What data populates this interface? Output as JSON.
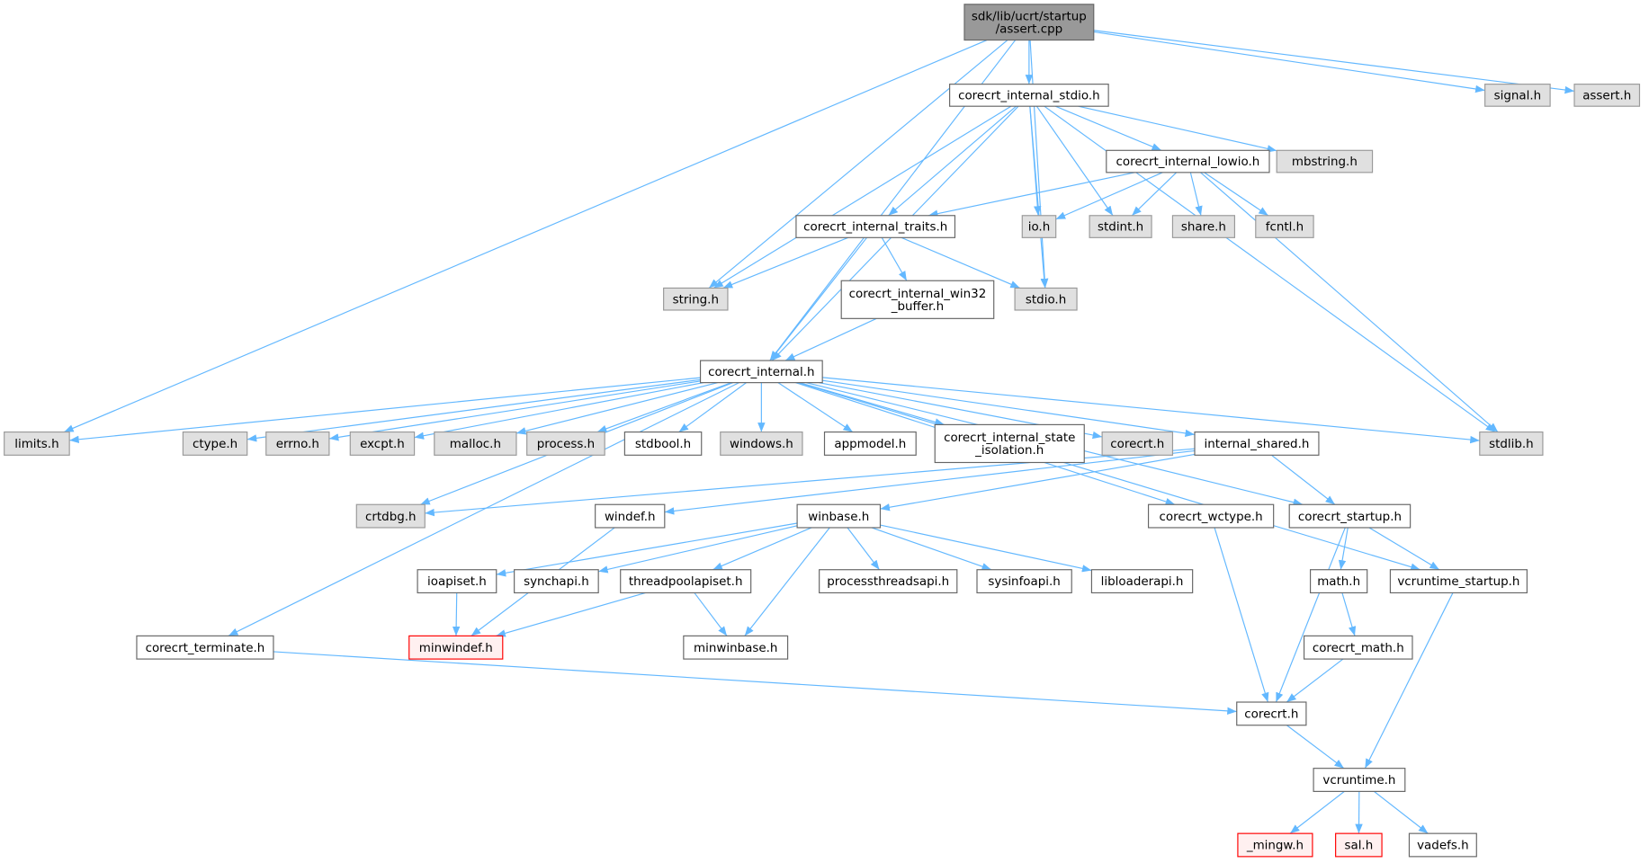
{
  "graph_title": "sdk/lib/ucrt/startup/assert.cpp",
  "colors": {
    "edge": "#63b8ff",
    "root_fill": "#999999",
    "external_fill": "#e0e0e0",
    "normal_fill": "#ffffff",
    "missing_fill": "#fff0f0",
    "missing_border": "#ff0000",
    "border": "#666666"
  },
  "nodes": [
    {
      "id": "root",
      "label": [
        "sdk/lib/ucrt/startup",
        "/assert.cpp"
      ],
      "kind": "root"
    },
    {
      "id": "cis",
      "label": [
        "corecrt_internal_stdio.h"
      ],
      "kind": "normal"
    },
    {
      "id": "signal",
      "label": [
        "signal.h"
      ],
      "kind": "external"
    },
    {
      "id": "asserth",
      "label": [
        "assert.h"
      ],
      "kind": "external"
    },
    {
      "id": "lowio",
      "label": [
        "corecrt_internal_lowio.h"
      ],
      "kind": "normal"
    },
    {
      "id": "mbstring",
      "label": [
        "mbstring.h"
      ],
      "kind": "external"
    },
    {
      "id": "traits",
      "label": [
        "corecrt_internal_traits.h"
      ],
      "kind": "normal"
    },
    {
      "id": "io",
      "label": [
        "io.h"
      ],
      "kind": "external"
    },
    {
      "id": "stdint",
      "label": [
        "stdint.h"
      ],
      "kind": "external"
    },
    {
      "id": "share",
      "label": [
        "share.h"
      ],
      "kind": "external"
    },
    {
      "id": "fcntl",
      "label": [
        "fcntl.h"
      ],
      "kind": "external"
    },
    {
      "id": "string",
      "label": [
        "string.h"
      ],
      "kind": "external"
    },
    {
      "id": "w32buf",
      "label": [
        "corecrt_internal_win32",
        "_buffer.h"
      ],
      "kind": "normal"
    },
    {
      "id": "stdio",
      "label": [
        "stdio.h"
      ],
      "kind": "external"
    },
    {
      "id": "ci",
      "label": [
        "corecrt_internal.h"
      ],
      "kind": "normal"
    },
    {
      "id": "limits",
      "label": [
        "limits.h"
      ],
      "kind": "external"
    },
    {
      "id": "ctype",
      "label": [
        "ctype.h"
      ],
      "kind": "external"
    },
    {
      "id": "errno",
      "label": [
        "errno.h"
      ],
      "kind": "external"
    },
    {
      "id": "excpt",
      "label": [
        "excpt.h"
      ],
      "kind": "external"
    },
    {
      "id": "malloc",
      "label": [
        "malloc.h"
      ],
      "kind": "external"
    },
    {
      "id": "process",
      "label": [
        "process.h"
      ],
      "kind": "external"
    },
    {
      "id": "stdbool",
      "label": [
        "stdbool.h"
      ],
      "kind": "normal"
    },
    {
      "id": "windows",
      "label": [
        "windows.h"
      ],
      "kind": "external"
    },
    {
      "id": "appmodel",
      "label": [
        "appmodel.h"
      ],
      "kind": "normal"
    },
    {
      "id": "stateiso",
      "label": [
        "corecrt_internal_state",
        "_isolation.h"
      ],
      "kind": "normal"
    },
    {
      "id": "corecrtg",
      "label": [
        "corecrt.h"
      ],
      "kind": "external"
    },
    {
      "id": "ishared",
      "label": [
        "internal_shared.h"
      ],
      "kind": "normal"
    },
    {
      "id": "stdlib",
      "label": [
        "stdlib.h"
      ],
      "kind": "external"
    },
    {
      "id": "crtdbg",
      "label": [
        "crtdbg.h"
      ],
      "kind": "external"
    },
    {
      "id": "windef",
      "label": [
        "windef.h"
      ],
      "kind": "normal"
    },
    {
      "id": "winbase",
      "label": [
        "winbase.h"
      ],
      "kind": "normal"
    },
    {
      "id": "wctype",
      "label": [
        "corecrt_wctype.h"
      ],
      "kind": "normal"
    },
    {
      "id": "startup",
      "label": [
        "corecrt_startup.h"
      ],
      "kind": "normal"
    },
    {
      "id": "ioapiset",
      "label": [
        "ioapiset.h"
      ],
      "kind": "normal"
    },
    {
      "id": "synchapi",
      "label": [
        "synchapi.h"
      ],
      "kind": "normal"
    },
    {
      "id": "tpool",
      "label": [
        "threadpoolapiset.h"
      ],
      "kind": "normal"
    },
    {
      "id": "pthreads",
      "label": [
        "processthreadsapi.h"
      ],
      "kind": "normal"
    },
    {
      "id": "sysinfo",
      "label": [
        "sysinfoapi.h"
      ],
      "kind": "normal"
    },
    {
      "id": "libloader",
      "label": [
        "libloaderapi.h"
      ],
      "kind": "normal"
    },
    {
      "id": "math",
      "label": [
        "math.h"
      ],
      "kind": "normal"
    },
    {
      "id": "vcstartup",
      "label": [
        "vcruntime_startup.h"
      ],
      "kind": "normal"
    },
    {
      "id": "terminate",
      "label": [
        "corecrt_terminate.h"
      ],
      "kind": "normal"
    },
    {
      "id": "minwindef",
      "label": [
        "minwindef.h"
      ],
      "kind": "missing"
    },
    {
      "id": "minwinbase",
      "label": [
        "minwinbase.h"
      ],
      "kind": "normal"
    },
    {
      "id": "cmath",
      "label": [
        "corecrt_math.h"
      ],
      "kind": "normal"
    },
    {
      "id": "corecrt",
      "label": [
        "corecrt.h"
      ],
      "kind": "normal"
    },
    {
      "id": "vcruntime",
      "label": [
        "vcruntime.h"
      ],
      "kind": "normal"
    },
    {
      "id": "mingw",
      "label": [
        "_mingw.h"
      ],
      "kind": "missing"
    },
    {
      "id": "sal",
      "label": [
        "sal.h"
      ],
      "kind": "missing"
    },
    {
      "id": "vadefs",
      "label": [
        "vadefs.h"
      ],
      "kind": "normal"
    }
  ],
  "edges": [
    [
      "root",
      "cis"
    ],
    [
      "root",
      "signal"
    ],
    [
      "root",
      "asserth"
    ],
    [
      "root",
      "string"
    ],
    [
      "root",
      "stdio"
    ],
    [
      "root",
      "ci"
    ],
    [
      "root",
      "limits"
    ],
    [
      "cis",
      "lowio"
    ],
    [
      "cis",
      "mbstring"
    ],
    [
      "cis",
      "traits"
    ],
    [
      "cis",
      "io"
    ],
    [
      "cis",
      "stdint"
    ],
    [
      "cis",
      "string"
    ],
    [
      "cis",
      "stdio"
    ],
    [
      "cis",
      "ci"
    ],
    [
      "cis",
      "stdlib"
    ],
    [
      "lowio",
      "traits"
    ],
    [
      "lowio",
      "io"
    ],
    [
      "lowio",
      "stdint"
    ],
    [
      "lowio",
      "share"
    ],
    [
      "lowio",
      "fcntl"
    ],
    [
      "lowio",
      "stdlib"
    ],
    [
      "traits",
      "string"
    ],
    [
      "traits",
      "w32buf"
    ],
    [
      "traits",
      "stdio"
    ],
    [
      "traits",
      "ci"
    ],
    [
      "w32buf",
      "ci"
    ],
    [
      "ci",
      "limits"
    ],
    [
      "ci",
      "ctype"
    ],
    [
      "ci",
      "errno"
    ],
    [
      "ci",
      "excpt"
    ],
    [
      "ci",
      "malloc"
    ],
    [
      "ci",
      "process"
    ],
    [
      "ci",
      "stdbool"
    ],
    [
      "ci",
      "windows"
    ],
    [
      "ci",
      "appmodel"
    ],
    [
      "ci",
      "stateiso"
    ],
    [
      "ci",
      "corecrtg"
    ],
    [
      "ci",
      "ishared"
    ],
    [
      "ci",
      "stdlib"
    ],
    [
      "ci",
      "crtdbg"
    ],
    [
      "ci",
      "terminate"
    ],
    [
      "ci",
      "wctype"
    ],
    [
      "ci",
      "startup"
    ],
    [
      "ci",
      "vcstartup"
    ],
    [
      "ishared",
      "crtdbg"
    ],
    [
      "ishared",
      "windef"
    ],
    [
      "ishared",
      "winbase"
    ],
    [
      "ishared",
      "startup"
    ],
    [
      "windef",
      "minwindef"
    ],
    [
      "winbase",
      "ioapiset"
    ],
    [
      "winbase",
      "synchapi"
    ],
    [
      "winbase",
      "tpool"
    ],
    [
      "winbase",
      "pthreads"
    ],
    [
      "winbase",
      "sysinfo"
    ],
    [
      "winbase",
      "libloader"
    ],
    [
      "winbase",
      "minwinbase"
    ],
    [
      "ioapiset",
      "minwindef"
    ],
    [
      "tpool",
      "minwindef"
    ],
    [
      "tpool",
      "minwinbase"
    ],
    [
      "wctype",
      "corecrt"
    ],
    [
      "startup",
      "math"
    ],
    [
      "startup",
      "vcstartup"
    ],
    [
      "startup",
      "corecrt"
    ],
    [
      "math",
      "cmath"
    ],
    [
      "cmath",
      "corecrt"
    ],
    [
      "vcstartup",
      "vcruntime"
    ],
    [
      "terminate",
      "corecrt"
    ],
    [
      "corecrt",
      "vcruntime"
    ],
    [
      "vcruntime",
      "mingw"
    ],
    [
      "vcruntime",
      "sal"
    ],
    [
      "vcruntime",
      "vadefs"
    ]
  ]
}
